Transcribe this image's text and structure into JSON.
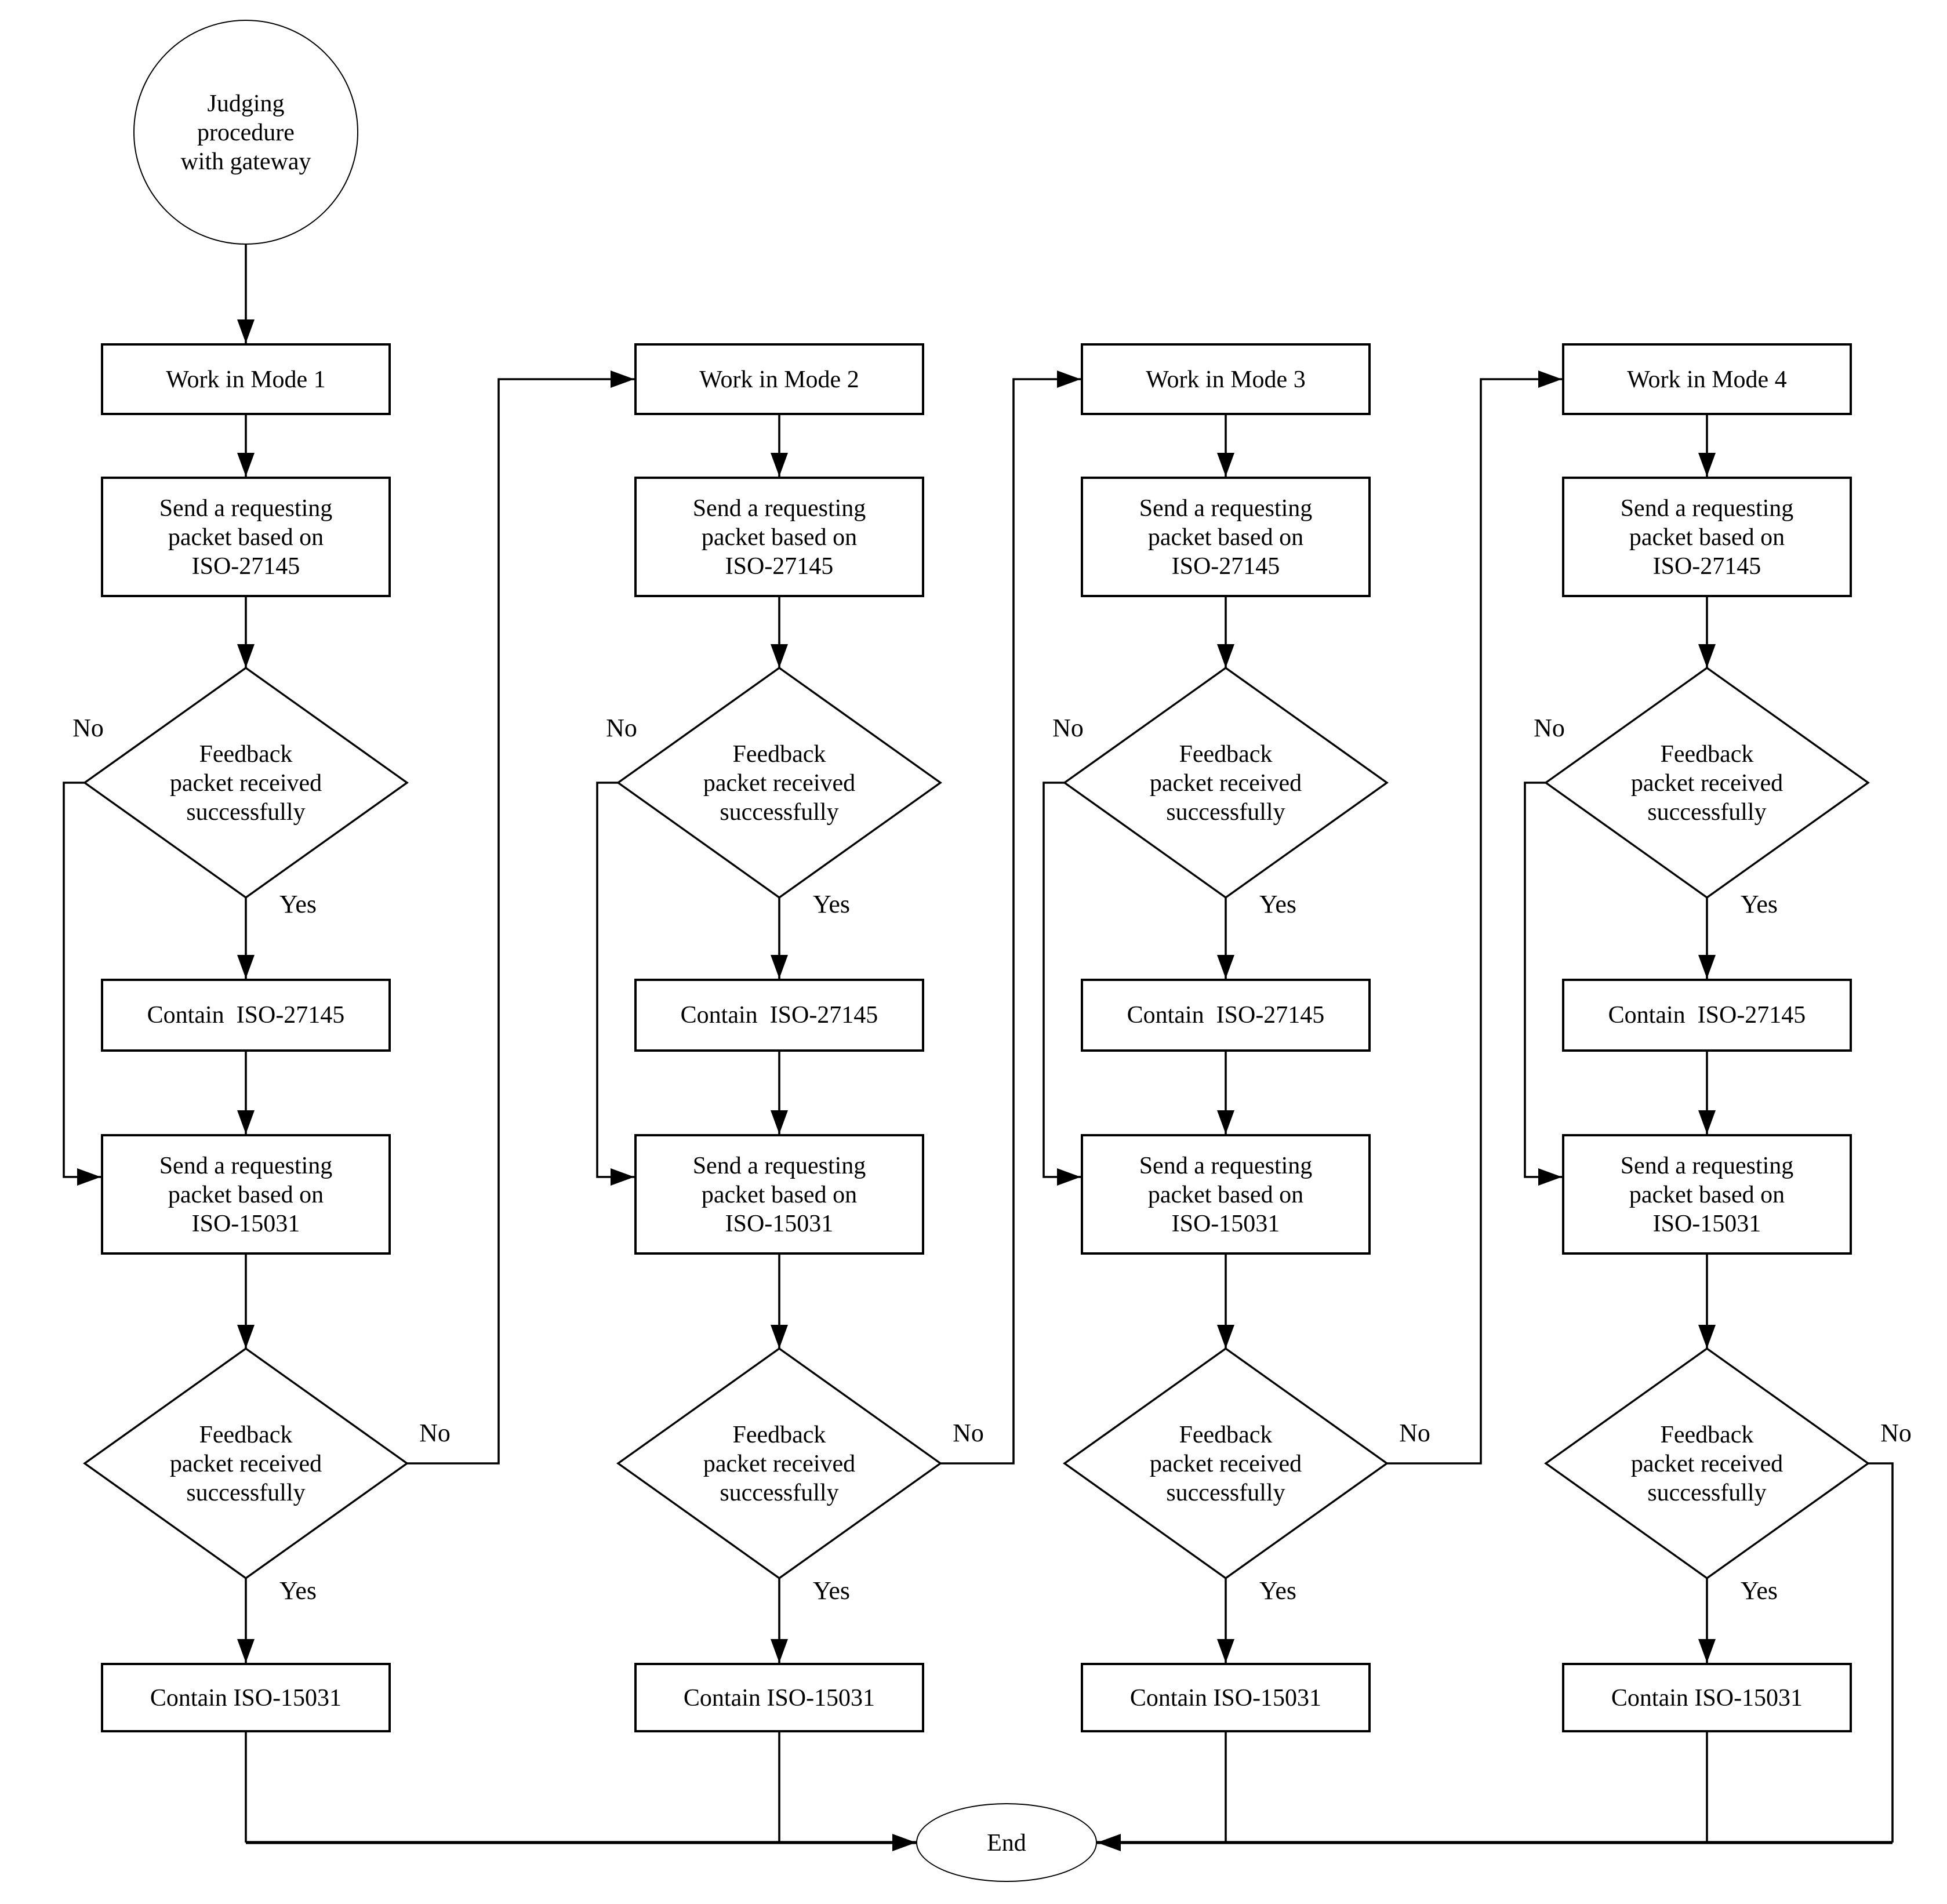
{
  "flowchart": {
    "start_label": "Judging\nprocedure\nwith gateway",
    "end_label": "End",
    "branch": {
      "yes": "Yes",
      "no": "No"
    },
    "columns": [
      {
        "work": "Work in Mode 1",
        "send_iso_27145": "Send a requesting\npacket based on\nISO-27145",
        "feedback_1": "Feedback\npacket received\nsuccessfully",
        "contain_iso_27145": "Contain  ISO-27145",
        "send_iso_15031": "Send a requesting\npacket based on\nISO-15031",
        "feedback_2": "Feedback\npacket received\nsuccessfully",
        "contain_iso_15031": "Contain ISO-15031"
      },
      {
        "work": "Work in Mode 2",
        "send_iso_27145": "Send a requesting\npacket based on\nISO-27145",
        "feedback_1": "Feedback\npacket received\nsuccessfully",
        "contain_iso_27145": "Contain  ISO-27145",
        "send_iso_15031": "Send a requesting\npacket based on\nISO-15031",
        "feedback_2": "Feedback\npacket received\nsuccessfully",
        "contain_iso_15031": "Contain ISO-15031"
      },
      {
        "work": "Work in Mode 3",
        "send_iso_27145": "Send a requesting\npacket based on\nISO-27145",
        "feedback_1": "Feedback\npacket received\nsuccessfully",
        "contain_iso_27145": "Contain  ISO-27145",
        "send_iso_15031": "Send a requesting\npacket based on\nISO-15031",
        "feedback_2": "Feedback\npacket received\nsuccessfully",
        "contain_iso_15031": "Contain ISO-15031"
      },
      {
        "work": "Work in Mode 4",
        "send_iso_27145": "Send a requesting\npacket based on\nISO-27145",
        "feedback_1": "Feedback\npacket received\nsuccessfully",
        "contain_iso_27145": "Contain  ISO-27145",
        "send_iso_15031": "Send a requesting\npacket based on\nISO-15031",
        "feedback_2": "Feedback\npacket received\nsuccessfully",
        "contain_iso_15031": "Contain ISO-15031"
      }
    ],
    "colors": {
      "ink": "#000000",
      "paper": "#ffffff"
    }
  }
}
